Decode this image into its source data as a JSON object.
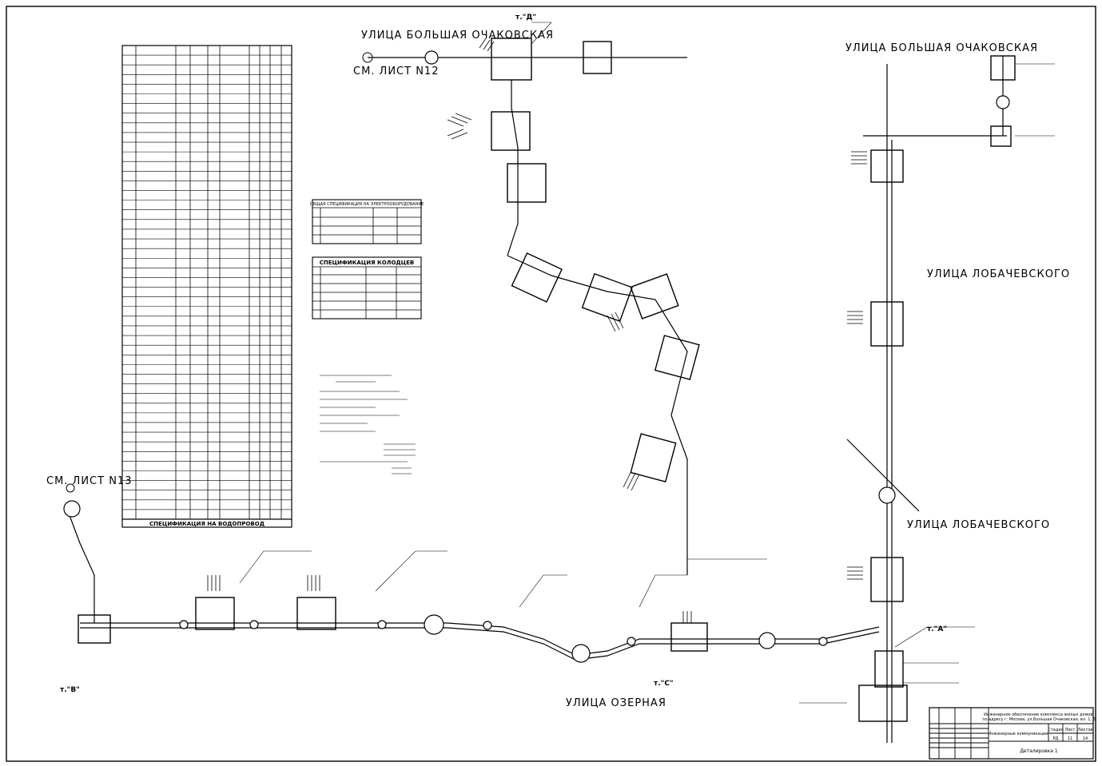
{
  "sheet_refs": {
    "sheet12": "СМ. ЛИСТ N12",
    "sheet13": "СМ. ЛИСТ N13"
  },
  "streets": {
    "ochakovskaya_left": "УЛИЦА БОЛЬШАЯ ОЧАКОВСКАЯ",
    "ochakovskaya_right": "УЛИЦА БОЛЬШАЯ ОЧАКОВСКАЯ",
    "lobachevskogo_top": "УЛИЦА ЛОБАЧЕВСКОГО",
    "lobachevskogo_bottom": "УЛИЦА ЛОБАЧЕВСКОГО",
    "ozernaya": "УЛИЦА ОЗЕРНАЯ"
  },
  "points": {
    "a_top": "т.\"Д\"",
    "a_right": "т.\"А\"",
    "c_bottom": "т.\"С\"",
    "b_left": "т.\"B\""
  },
  "tables": {
    "water_spec_title": "СПЕЦИФИКАЦИЯ НА ВОДОПРОВОД",
    "wells_spec_title": "СПЕЦИФИКАЦИЯ КОЛОДЦЕВ",
    "electro_spec_title": "ОБЩАЯ СПЕЦИФИКАЦИЯ НА ЭЛЕКТРООБОРУДОВАНИЕ"
  },
  "stamp": {
    "project": "Инженерное обеспечение комплекса жилых домов по адресу г. Москва, ул.Большая Очаковская, вл. 1, 3",
    "title": "Инженерные коммуникации",
    "sheet_name": "Деталировка 1",
    "stage_hdr": "Стадия",
    "sheet_hdr": "Лист",
    "sheets_hdr": "Листов",
    "stage": "РД",
    "sheet": "11",
    "sheets": "14"
  }
}
